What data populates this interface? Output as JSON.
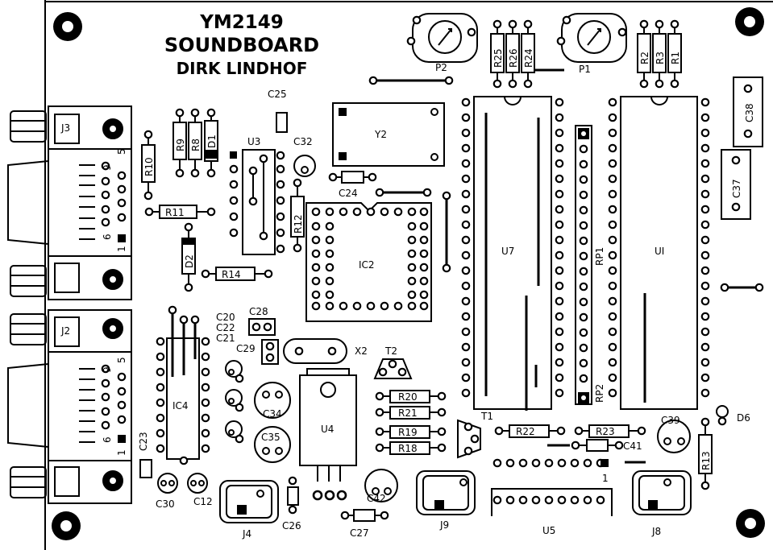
{
  "title": {
    "line1": "YM2149",
    "line2": "SOUNDBOARD",
    "line3": "DIRK LINDHOF"
  },
  "labels": {
    "J3": "J3",
    "J2": "J2",
    "J4": "J4",
    "J8": "J8",
    "J9": "J9",
    "U3": "U3",
    "U4": "U4",
    "U5": "U5",
    "U7": "U7",
    "UI": "UI",
    "IC2": "IC2",
    "IC4": "IC4",
    "Y2": "Y2",
    "X2": "X2",
    "T1": "T1",
    "T2": "T2",
    "P1": "P1",
    "P2": "P2",
    "RP1": "RP1",
    "RP2": "RP2",
    "D1": "D1",
    "D2": "D2",
    "D6": "D6",
    "R1": "R1",
    "R2": "R2",
    "R3": "R3",
    "R8": "R8",
    "R9": "R9",
    "R10": "R10",
    "R11": "R11",
    "R12": "R12",
    "R13": "R13",
    "R14": "R14",
    "R18": "R18",
    "R19": "R19",
    "R20": "R20",
    "R21": "R21",
    "R22": "R22",
    "R23": "R23",
    "R24": "R24",
    "R25": "R25",
    "R26": "R26",
    "C12": "C12",
    "C20": "C20",
    "C21": "C21",
    "C22": "C22",
    "C23": "C23",
    "C24": "C24",
    "C25": "C25",
    "C26": "C26",
    "C27": "C27",
    "C28": "C28",
    "C29": "C29",
    "C30": "C30",
    "C32": "C32",
    "C34": "C34",
    "C35": "C35",
    "C37": "C37",
    "C38": "C38",
    "C39": "C39",
    "C41": "C41",
    "C42": "C42",
    "pin9": "9",
    "pin5": "5",
    "pin6": "6",
    "pin1": "1",
    "u5pin1": "1"
  }
}
